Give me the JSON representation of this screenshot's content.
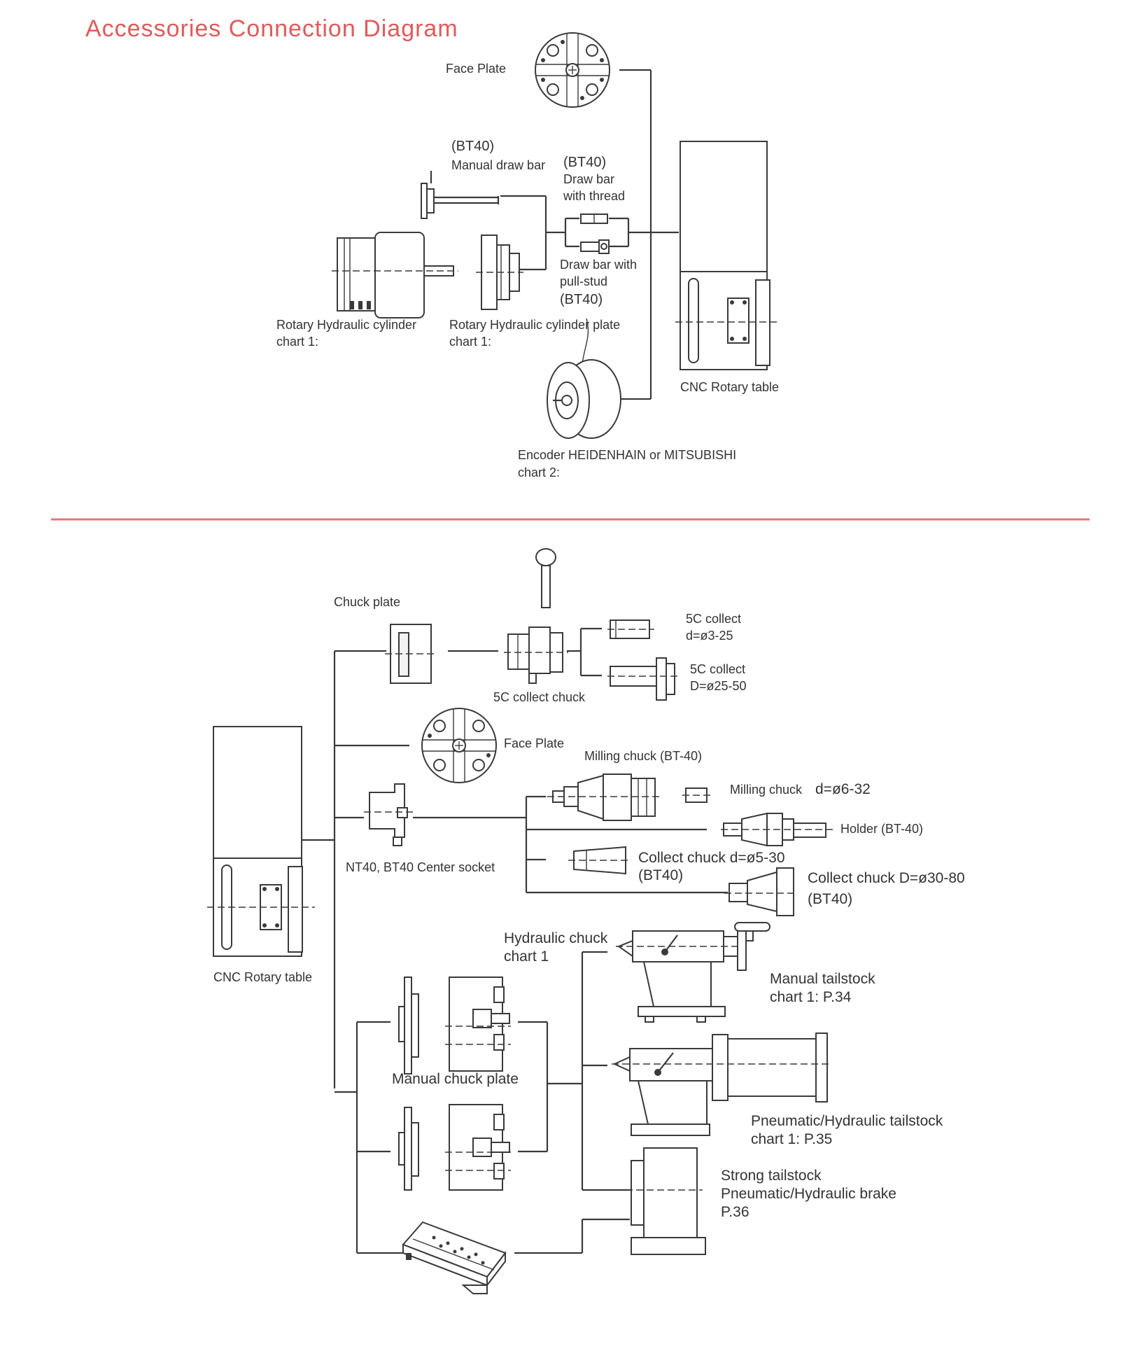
{
  "title": "Accessories Connection Diagram",
  "colors": {
    "title": "#e05a5a",
    "divider": "#e9747a",
    "line": "#3a3a3a"
  },
  "top": {
    "face_plate": "Face Plate",
    "manual_draw_bar": [
      "(BT40)",
      "Manual draw bar"
    ],
    "draw_bar_thread": [
      "(BT40)",
      "Draw bar",
      "with thread"
    ],
    "draw_bar_pull": [
      "Draw bar with",
      "pull-stud",
      "(BT40)"
    ],
    "cylinder": [
      "Rotary Hydraulic cylinder",
      "chart 1:"
    ],
    "cylinder_plate": [
      "Rotary Hydraulic cylinder plate",
      "chart 1:"
    ],
    "encoder": [
      "Encoder HEIDENHAIN or MITSUBISHI",
      "chart 2:"
    ],
    "cnc": "CNC Rotary table"
  },
  "bottom": {
    "chuck_plate": "Chuck plate",
    "collect_chuck": "5C collect chuck",
    "collect_small": [
      "5C collect",
      "d=ø3-25"
    ],
    "collect_large": [
      "5C collect",
      "D=ø25-50"
    ],
    "face_plate": "Face Plate",
    "milling_chuck_bt": "Milling chuck (BT-40)",
    "milling_chuck": "Milling chuck",
    "milling_range": "d=ø6-32",
    "holder": "Holder (BT-40)",
    "center_socket": "NT40, BT40 Center socket",
    "collect_chuck_small": [
      "Collect chuck  d=ø5-30",
      "(BT40)"
    ],
    "collect_chuck_large": [
      "Collect chuck  D=ø30-80",
      "(BT40)"
    ],
    "cnc": "CNC Rotary table",
    "hydraulic_chuck": [
      "Hydraulic chuck",
      "chart 1"
    ],
    "manual_chuck_plate": "Manual chuck plate",
    "manual_tailstock": [
      "Manual tailstock",
      "chart 1: P.34"
    ],
    "pneumatic_tailstock": [
      "Pneumatic/Hydraulic tailstock",
      "chart 1: P.35"
    ],
    "strong_tailstock": [
      "Strong tailstock",
      "Pneumatic/Hydraulic brake",
      "P.36"
    ]
  }
}
